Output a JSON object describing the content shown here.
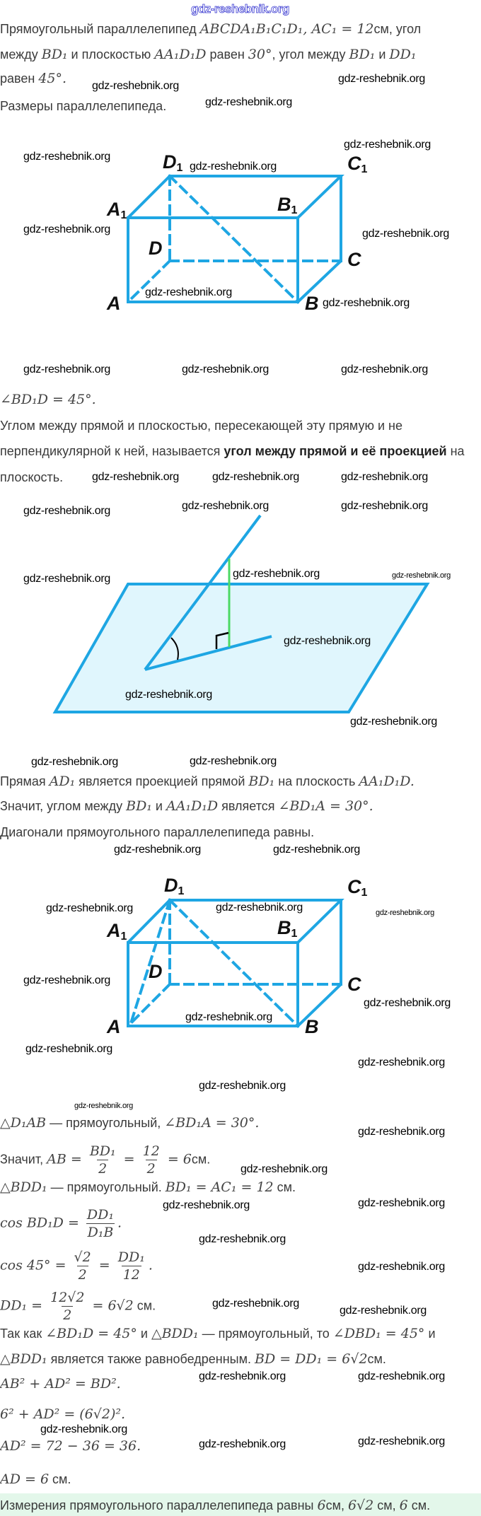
{
  "watermark_top": "gdz-reshebnik.org",
  "watermark": "gdz-reshebnik.org",
  "colors": {
    "edge": "#1ea6e3",
    "plane_fill": "#e0f6fd",
    "perpendicular": "#4cd964",
    "answer_bg": "#e3f7ea"
  },
  "cube_labels": {
    "D1": {
      "l": "D",
      "s": "1"
    },
    "C1": {
      "l": "C",
      "s": "1"
    },
    "A1": {
      "l": "A",
      "s": "1"
    },
    "B1": {
      "l": "B",
      "s": "1"
    },
    "D": {
      "l": "D",
      "s": ""
    },
    "C": {
      "l": "C",
      "s": ""
    },
    "A": {
      "l": "A",
      "s": ""
    },
    "B": {
      "l": "B",
      "s": ""
    }
  },
  "lines": [
    {
      "name": "problem-line-1",
      "segs": [
        {
          "t": "Прямоугольный параллелепипед "
        },
        {
          "m": "ABCDA₁B₁C₁D₁, AC₁ = 12"
        },
        {
          "t": "см, угол"
        }
      ]
    },
    {
      "name": "problem-line-2",
      "segs": [
        {
          "t": "между "
        },
        {
          "m": "BD₁"
        },
        {
          "t": " и плоскостью "
        },
        {
          "m": "AA₁D₁D"
        },
        {
          "t": " равен "
        },
        {
          "m": "30°"
        },
        {
          "t": ", угол между "
        },
        {
          "m": "BD₁"
        },
        {
          "t": " и "
        },
        {
          "m": "DD₁"
        }
      ]
    },
    {
      "name": "problem-line-3",
      "segs": [
        {
          "t": "равен "
        },
        {
          "m": "45°."
        }
      ]
    },
    {
      "name": "question",
      "segs": [
        {
          "t": "Размеры параллелепипеда."
        }
      ]
    },
    {
      "name": "angle-statement",
      "segs": [
        {
          "m": "∠BD₁D = 45°."
        }
      ]
    },
    {
      "name": "definition-line-1",
      "segs": [
        {
          "t": "Углом между прямой и плоскостью, пересекающей эту прямую и не"
        }
      ]
    },
    {
      "name": "definition-line-2",
      "segs": [
        {
          "t": "перпендикулярной к ней, называется "
        },
        {
          "b": "угол между прямой и её проекцией"
        },
        {
          "t": " на"
        }
      ]
    },
    {
      "name": "definition-line-3",
      "segs": [
        {
          "t": "плоскость."
        }
      ]
    },
    {
      "name": "projection-line",
      "segs": [
        {
          "t": "Прямая "
        },
        {
          "m": "AD₁"
        },
        {
          "t": " является проекцией прямой "
        },
        {
          "m": "BD₁"
        },
        {
          "t": " на плоскость "
        },
        {
          "m": "AA₁D₁D."
        }
      ]
    },
    {
      "name": "angle-conclusion",
      "segs": [
        {
          "t": "Значит, углом между "
        },
        {
          "m": "BD₁"
        },
        {
          "t": " и "
        },
        {
          "m": "AA₁D₁D"
        },
        {
          "t": " является "
        },
        {
          "m": "∠BD₁A = 30°."
        }
      ]
    },
    {
      "name": "diagonals-equal",
      "segs": [
        {
          "t": "Диагонали прямоугольного параллелепипеда равны."
        }
      ]
    },
    {
      "name": "triangle-d1ab",
      "segs": [
        {
          "m": "△D₁AB"
        },
        {
          "t": " — прямоугольный, "
        },
        {
          "m": "∠BD₁A = 30°."
        }
      ]
    },
    {
      "name": "ab-calc",
      "segs": [
        {
          "t": "Значит, "
        },
        {
          "m": "AB = "
        },
        {
          "f": [
            "BD₁",
            "2"
          ]
        },
        {
          "m": " = "
        },
        {
          "f": [
            "12",
            "2"
          ]
        },
        {
          "m": " = 6"
        },
        {
          "t": "см."
        }
      ]
    },
    {
      "name": "triangle-bdd1",
      "segs": [
        {
          "m": "△BDD₁"
        },
        {
          "t": " — прямоугольный. "
        },
        {
          "m": "BD₁ = AC₁ = 12"
        },
        {
          "t": " см."
        }
      ]
    },
    {
      "name": "cos-formula",
      "segs": [
        {
          "m": "cos BD₁D = "
        },
        {
          "f": [
            "DD₁",
            "D₁B"
          ]
        },
        {
          "m": "."
        }
      ]
    },
    {
      "name": "cos-45",
      "segs": [
        {
          "m": "cos 45° = "
        },
        {
          "f": [
            "√2",
            "2"
          ]
        },
        {
          "m": " = "
        },
        {
          "f": [
            "DD₁",
            "12"
          ]
        },
        {
          "m": "."
        }
      ]
    },
    {
      "name": "dd1-calc",
      "segs": [
        {
          "m": "DD₁ = "
        },
        {
          "f": [
            "12√2",
            "2"
          ]
        },
        {
          "m": " = 6√2"
        },
        {
          "t": " см."
        }
      ]
    },
    {
      "name": "isosceles-line-1",
      "segs": [
        {
          "t": "Так как "
        },
        {
          "m": "∠BD₁D = 45°"
        },
        {
          "t": " и "
        },
        {
          "m": "△BDD₁"
        },
        {
          "t": " — прямоугольный, то "
        },
        {
          "m": "∠DBD₁ = 45°"
        },
        {
          "t": " и"
        }
      ]
    },
    {
      "name": "isosceles-line-2",
      "segs": [
        {
          "m": "△BDD₁"
        },
        {
          "t": " является также равнобедренным. "
        },
        {
          "m": "BD = DD₁ = 6√2"
        },
        {
          "t": "см."
        }
      ]
    },
    {
      "name": "pythagoras",
      "segs": [
        {
          "m": "AB² + AD² = BD²."
        }
      ]
    },
    {
      "name": "pythagoras-sub",
      "segs": [
        {
          "m": "6² + AD² = (6√2)²."
        }
      ]
    },
    {
      "name": "ad-squared",
      "segs": [
        {
          "m": "AD² = 72 − 36 = 36."
        }
      ]
    },
    {
      "name": "ad-result",
      "segs": [
        {
          "m": "AD = 6"
        },
        {
          "t": " см."
        }
      ]
    },
    {
      "name": "final-answer",
      "segs": [
        {
          "t": "Измерения прямоугольного параллелепипеда равны "
        },
        {
          "m": "6"
        },
        {
          "t": "см, "
        },
        {
          "m": "6√2"
        },
        {
          "t": " см, "
        },
        {
          "m": "6"
        },
        {
          "t": " см."
        }
      ]
    }
  ]
}
